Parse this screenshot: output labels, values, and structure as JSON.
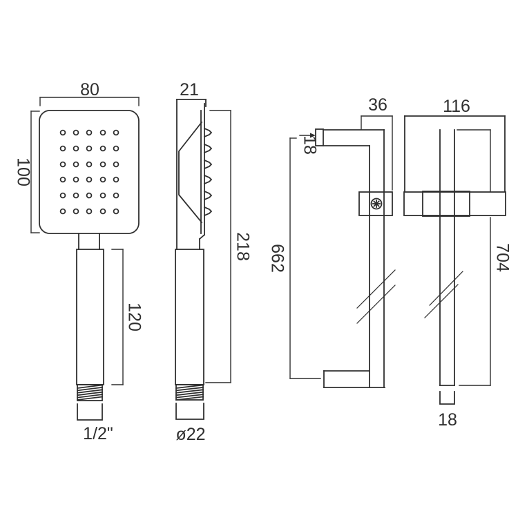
{
  "drawing": {
    "product": "shower handset and slide rail technical drawing",
    "style": {
      "line_color": "#2f2f2f",
      "background": "#ffffff"
    },
    "views": {
      "handset_front": {
        "dims": {
          "head_width": "80",
          "head_height": "100",
          "handle_length": "120",
          "thread_size": "1/2\""
        }
      },
      "handset_side": {
        "dims": {
          "head_depth": "21",
          "overall_length": "218",
          "handle_diameter": "ø22"
        }
      },
      "rail_side": {
        "dims": {
          "bracket_depth": "36",
          "wall_plate_depth": "18",
          "rail_length": "662"
        }
      },
      "rail_front": {
        "dims": {
          "bracket_width": "116",
          "overall_height": "704",
          "rail_end_width": "18"
        }
      }
    }
  }
}
